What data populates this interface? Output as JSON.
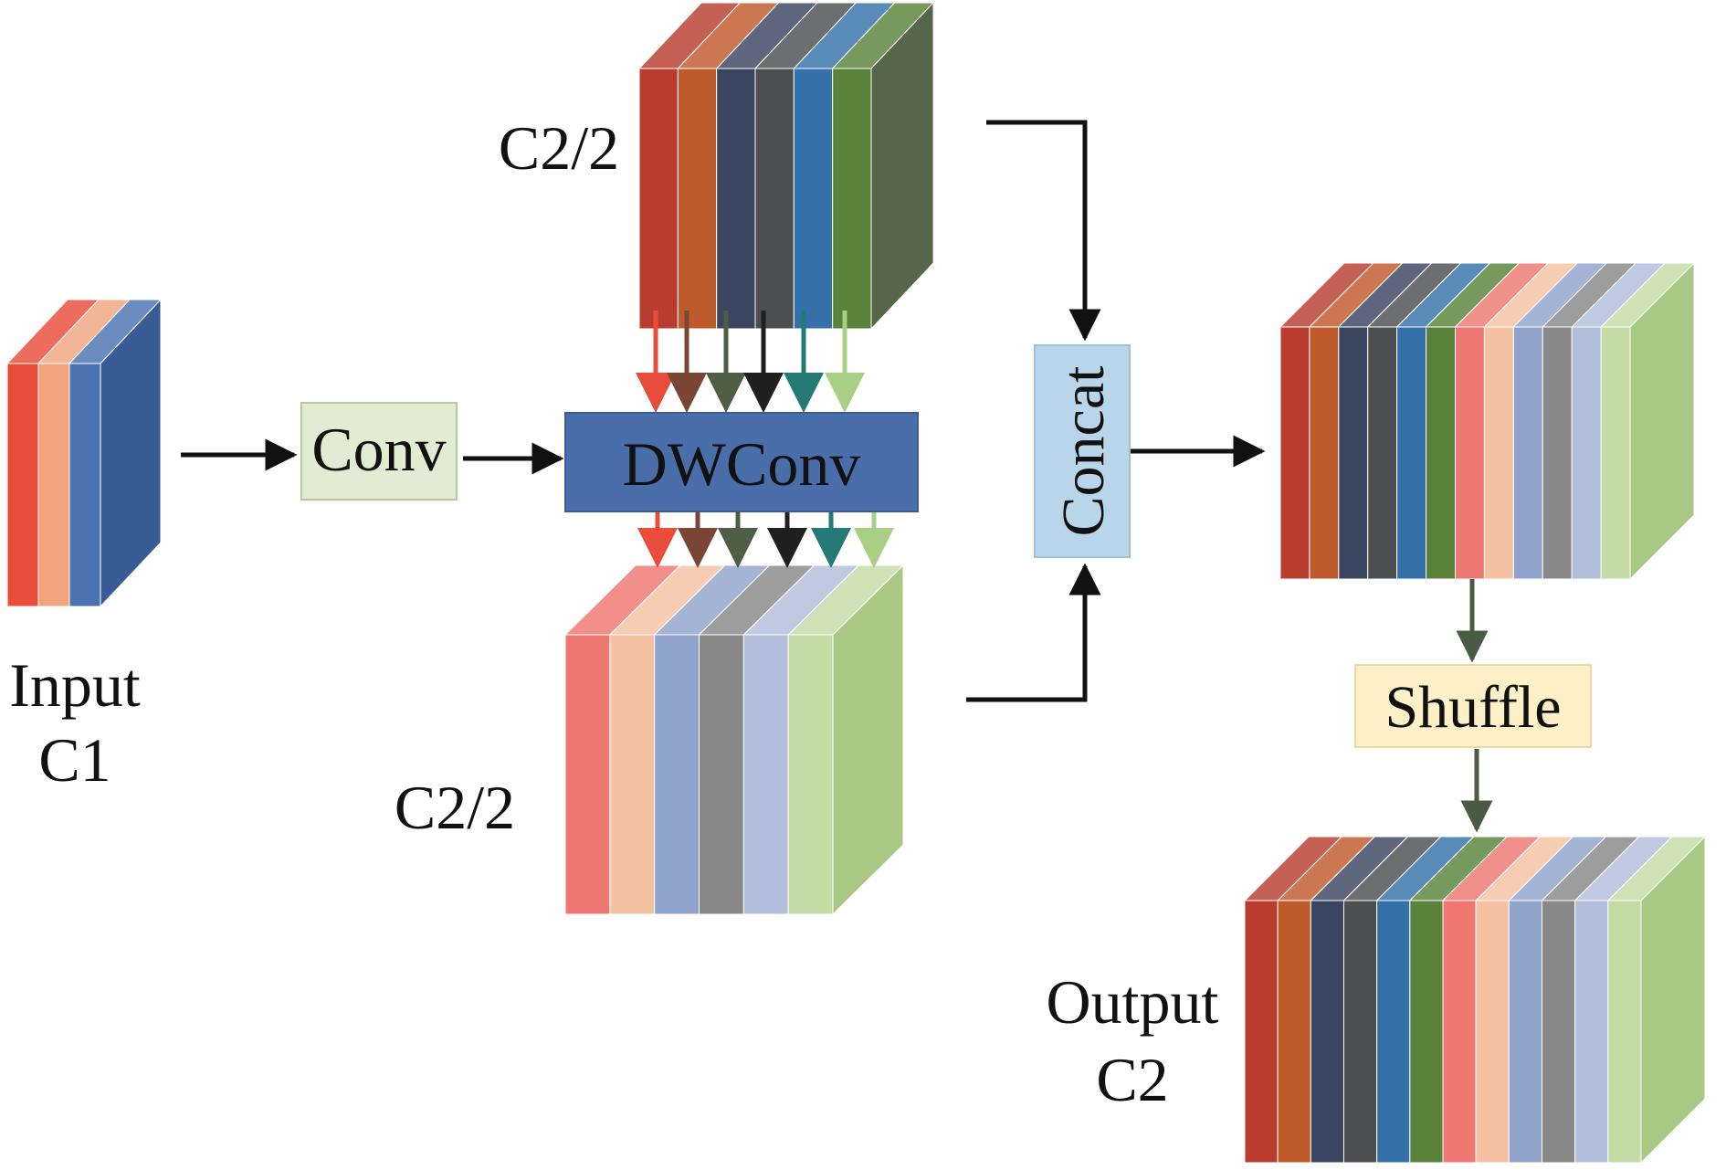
{
  "labels": {
    "input_line1": "Input",
    "input_line2": "C1",
    "top_half": "C2/2",
    "bottom_half": "C2/2",
    "output_line1": "Output",
    "output_line2": "C2"
  },
  "blocks": {
    "conv": "Conv",
    "dwconv": "DWConv",
    "concat": "Concat",
    "shuffle": "Shuffle"
  },
  "colors": {
    "conv_fill": "#e2ecd3",
    "dwconv_fill": "#4a6eaa",
    "concat_fill": "#b9d5ea",
    "shuffle_fill": "#fdf0c6",
    "arrow": "#111111",
    "arrow_shuffle": "#4b5a42"
  },
  "stacks": {
    "input": [
      "#e84c3a",
      "#f2a37f",
      "#4a73b0",
      "#3a5c96"
    ],
    "top_half": [
      "#b83d2e",
      "#bf5a2c",
      "#3a4560",
      "#4d4e50",
      "#3571a8",
      "#5a823b",
      "#55664a"
    ],
    "bottom_half": [
      "#ee7772",
      "#f4c2a2",
      "#8fa3cb",
      "#888888",
      "#b1bedc",
      "#c3dca6",
      "#a8c884"
    ],
    "concat_result": [
      "#b83d2e",
      "#bf5a2c",
      "#3a4560",
      "#4d4e50",
      "#3571a8",
      "#5a823b",
      "#ee7772",
      "#f4c2a2",
      "#8fa3cb",
      "#888888",
      "#b1bedc",
      "#c3dca6",
      "#a8c884"
    ],
    "output": [
      "#b83d2e",
      "#bf5a2c",
      "#3a4560",
      "#4d4e50",
      "#3571a8",
      "#5a823b",
      "#ee7772",
      "#f4c2a2",
      "#8fa3cb",
      "#888888",
      "#b1bedc",
      "#c3dca6",
      "#a8c884"
    ]
  },
  "channel_arrows": [
    "#e84c3a",
    "#7a4535",
    "#4e5e44",
    "#1f1f1f",
    "#237a76",
    "#a8cf84"
  ]
}
